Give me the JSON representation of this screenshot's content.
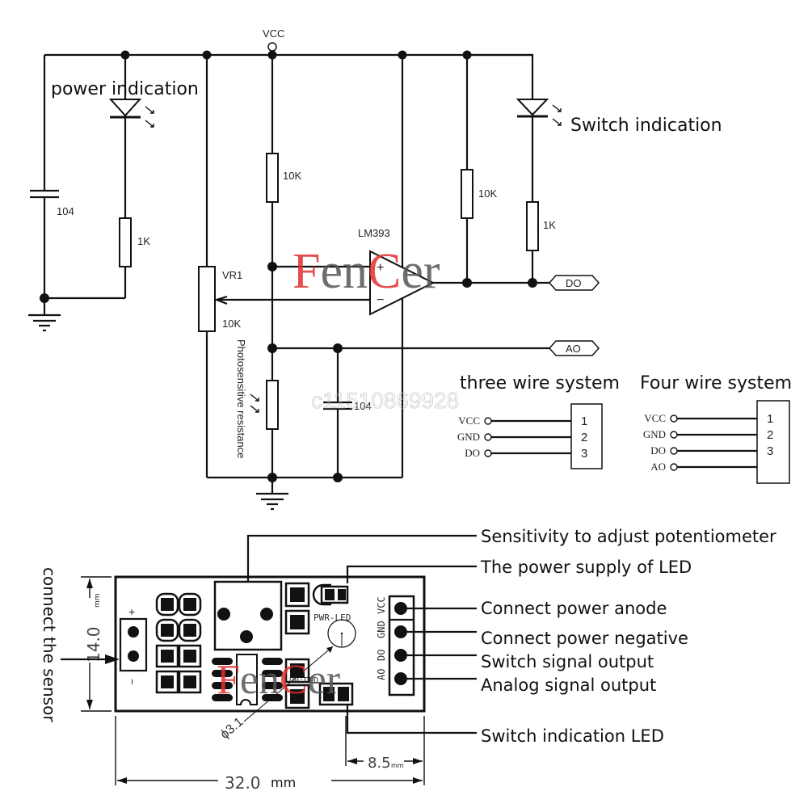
{
  "schematic": {
    "vcc_label": "VCC",
    "power_indication_label": "power indication",
    "switch_indication_label": "Switch indication",
    "cap_left_value": "104",
    "r_power_led_value": "1K",
    "r_vcc_divider_value": "10K",
    "comparator_label": "LM393",
    "comparator_plus": "+",
    "comparator_minus": "−",
    "pot_label": "VR1",
    "pot_value": "10K",
    "r_pullup_value": "10K",
    "r_switch_led_value": "1K",
    "photoresistor_label": "Photosensitive resistance",
    "cap_filter_value": "104",
    "do_port": "DO",
    "ao_port": "AO"
  },
  "three_wire": {
    "title": "three wire system",
    "pins": [
      "VCC",
      "GND",
      "DO"
    ],
    "numbers": [
      "1",
      "2",
      "3"
    ]
  },
  "four_wire": {
    "title": "Four wire system",
    "pins": [
      "VCC",
      "GND",
      "DO",
      "AO"
    ],
    "numbers": [
      "1",
      "2",
      "3"
    ]
  },
  "board": {
    "sensor_label": "connect the sensor",
    "plus": "+",
    "minus": "−",
    "pwr_led_silk": "PWR-LED",
    "d0_led_silk": "D0-LED",
    "pin_silk": [
      "VCC",
      "GND",
      "DO",
      "AO"
    ],
    "height_dim": "14.0",
    "height_unit": "mm",
    "width_dim": "32.0",
    "width_unit": "mm",
    "pin_offset_dim": "8.5",
    "pin_offset_unit": "mm",
    "hole_dim": "ϕ3.1"
  },
  "callouts": [
    "Sensitivity to adjust potentiometer",
    "The power supply of LED",
    "Connect power anode",
    "Connect power negative",
    "Switch signal output",
    "Analog signal output",
    "Switch indication LED"
  ],
  "watermark": {
    "brand_parts": [
      "F",
      "en",
      "C",
      "er"
    ],
    "brand_colors": [
      "#e03030",
      "#555555",
      "#e03030",
      "#555555"
    ],
    "faint_id": "c11510869928"
  }
}
